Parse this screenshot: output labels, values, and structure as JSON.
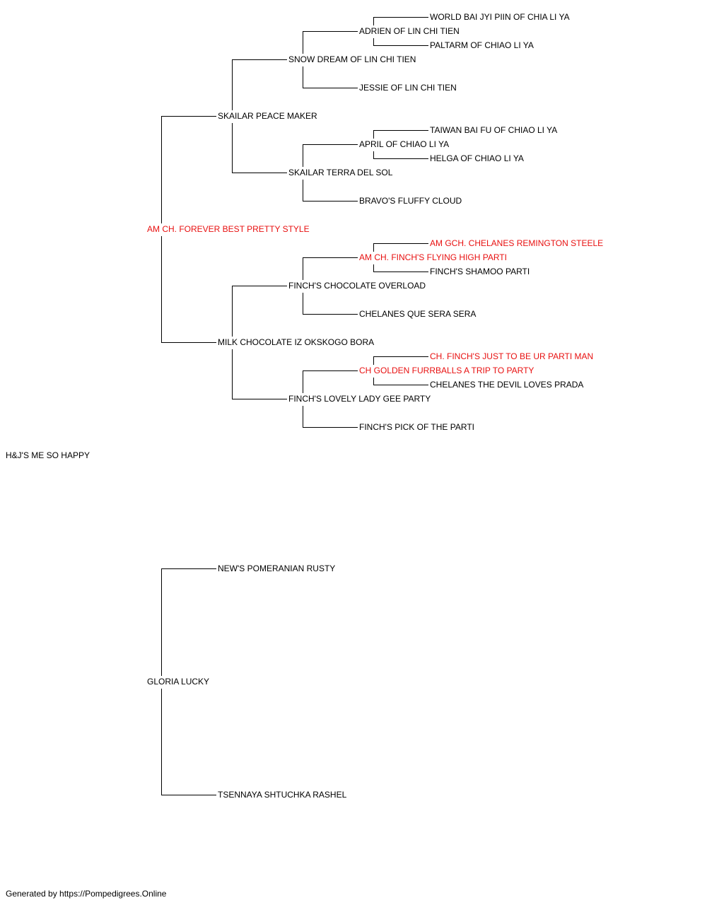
{
  "pedigree": {
    "subject": {
      "name": "H&J'S ME SO HAPPY",
      "champion": false
    },
    "sire": {
      "name": "AM CH. FOREVER BEST PRETTY STYLE",
      "champion": true,
      "sire": {
        "name": "SKAILAR PEACE MAKER",
        "champion": false,
        "sire": {
          "name": "SNOW DREAM OF LIN CHI TIEN",
          "champion": false,
          "sire": {
            "name": "ADRIEN OF LIN CHI TIEN",
            "champion": false,
            "sire": {
              "name": "WORLD BAI JYI PIIN OF CHIA LI YA",
              "champion": false
            },
            "dam": {
              "name": "PALTARM OF CHIAO LI YA",
              "champion": false
            }
          },
          "dam": {
            "name": "JESSIE OF LIN CHI TIEN",
            "champion": false
          }
        },
        "dam": {
          "name": "SKAILAR TERRA DEL SOL",
          "champion": false,
          "sire": {
            "name": "APRIL OF CHIAO LI YA",
            "champion": false,
            "sire": {
              "name": "TAIWAN BAI FU OF CHIAO LI YA",
              "champion": false
            },
            "dam": {
              "name": "HELGA OF CHIAO LI YA",
              "champion": false
            }
          },
          "dam": {
            "name": "BRAVO'S FLUFFY CLOUD",
            "champion": false
          }
        }
      },
      "dam": {
        "name": "MILK CHOCOLATE IZ OKSKOGO BORA",
        "champion": false,
        "sire": {
          "name": "FINCH'S CHOCOLATE OVERLOAD",
          "champion": false,
          "sire": {
            "name": "AM CH. FINCH'S FLYING HIGH PARTI",
            "champion": true,
            "sire": {
              "name": "AM GCH. CHELANES REMINGTON STEELE",
              "champion": true
            },
            "dam": {
              "name": "FINCH'S SHAMOO PARTI",
              "champion": false
            }
          },
          "dam": {
            "name": "CHELANES QUE SERA SERA",
            "champion": false
          }
        },
        "dam": {
          "name": "FINCH'S LOVELY LADY GEE PARTY",
          "champion": false,
          "sire": {
            "name": "CH GOLDEN FURRBALLS A TRIP TO PARTY",
            "champion": true,
            "sire": {
              "name": "CH. FINCH'S JUST TO BE UR PARTI MAN",
              "champion": true
            },
            "dam": {
              "name": "CHELANES THE DEVIL LOVES PRADA",
              "champion": false
            }
          },
          "dam": {
            "name": "FINCH'S PICK OF THE PARTI",
            "champion": false
          }
        }
      }
    },
    "dam": {
      "name": "GLORIA LUCKY",
      "champion": false,
      "sire": {
        "name": "NEW'S POMERANIAN RUSTY",
        "champion": false
      },
      "dam": {
        "name": "TSENNAYA SHTUCHKA RASHEL",
        "champion": false
      }
    }
  },
  "colors": {
    "champion": "#e81010",
    "default_text": "#000000",
    "line": "#000000",
    "background": "#ffffff"
  },
  "footer": {
    "text": "Generated by https://Pompedigrees.Online"
  }
}
